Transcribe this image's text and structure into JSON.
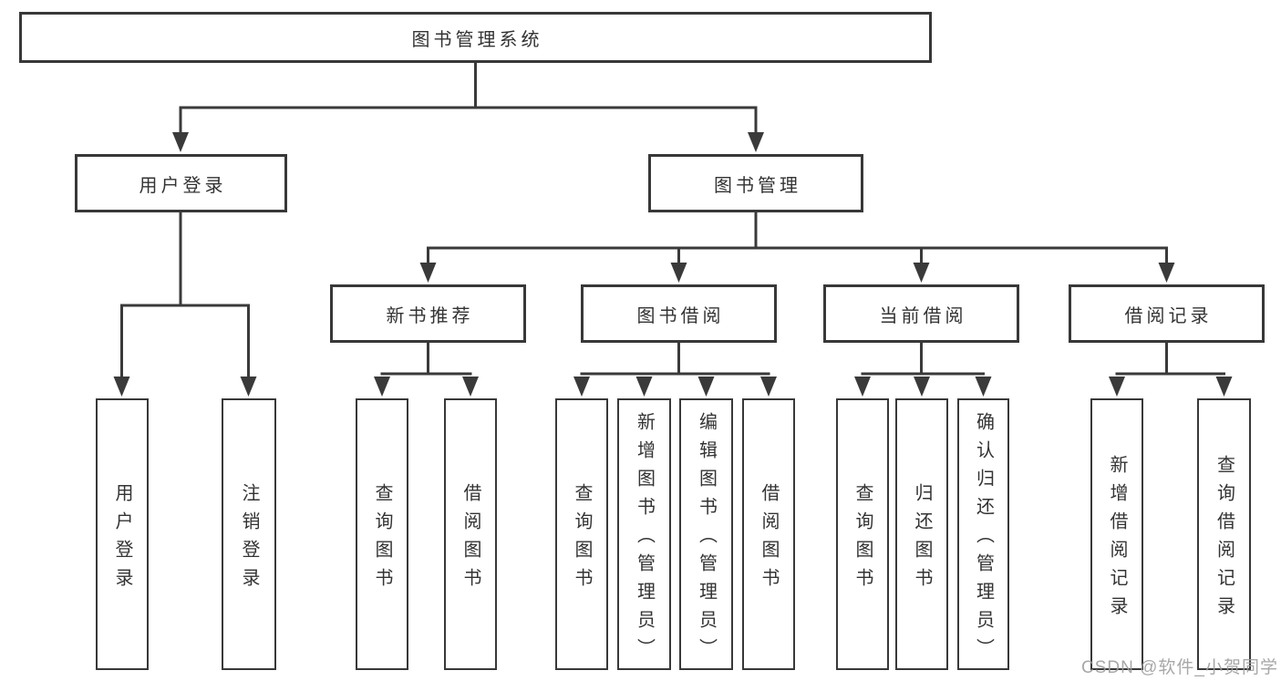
{
  "root": {
    "label": "图书管理系统"
  },
  "level2": [
    {
      "label": "用户登录"
    },
    {
      "label": "图书管理"
    }
  ],
  "level3": [
    {
      "label": "新书推荐"
    },
    {
      "label": "图书借阅"
    },
    {
      "label": "当前借阅"
    },
    {
      "label": "借阅记录"
    }
  ],
  "leaves": {
    "user_login": [
      {
        "label": "用户登录"
      },
      {
        "label": "注销登录"
      }
    ],
    "new_book": [
      {
        "label": "查询图书"
      },
      {
        "label": "借阅图书"
      }
    ],
    "book_borrow": [
      {
        "label": "查询图书"
      },
      {
        "label": "新增图书（管理员）"
      },
      {
        "label": "编辑图书（管理员）"
      },
      {
        "label": "借阅图书"
      }
    ],
    "current_borrow": [
      {
        "label": "查询图书"
      },
      {
        "label": "归还图书"
      },
      {
        "label": "确认归还（管理员）"
      }
    ],
    "borrow_record": [
      {
        "label": "新增借阅记录"
      },
      {
        "label": "查询借阅记录"
      }
    ]
  },
  "watermark": {
    "text": "CSDN @软件_小贺同学"
  },
  "colors": {
    "line": "#3a3a3a",
    "border": "#383838",
    "text": "#333333",
    "watermark": "#9e9e9e",
    "background": "#ffffff"
  }
}
